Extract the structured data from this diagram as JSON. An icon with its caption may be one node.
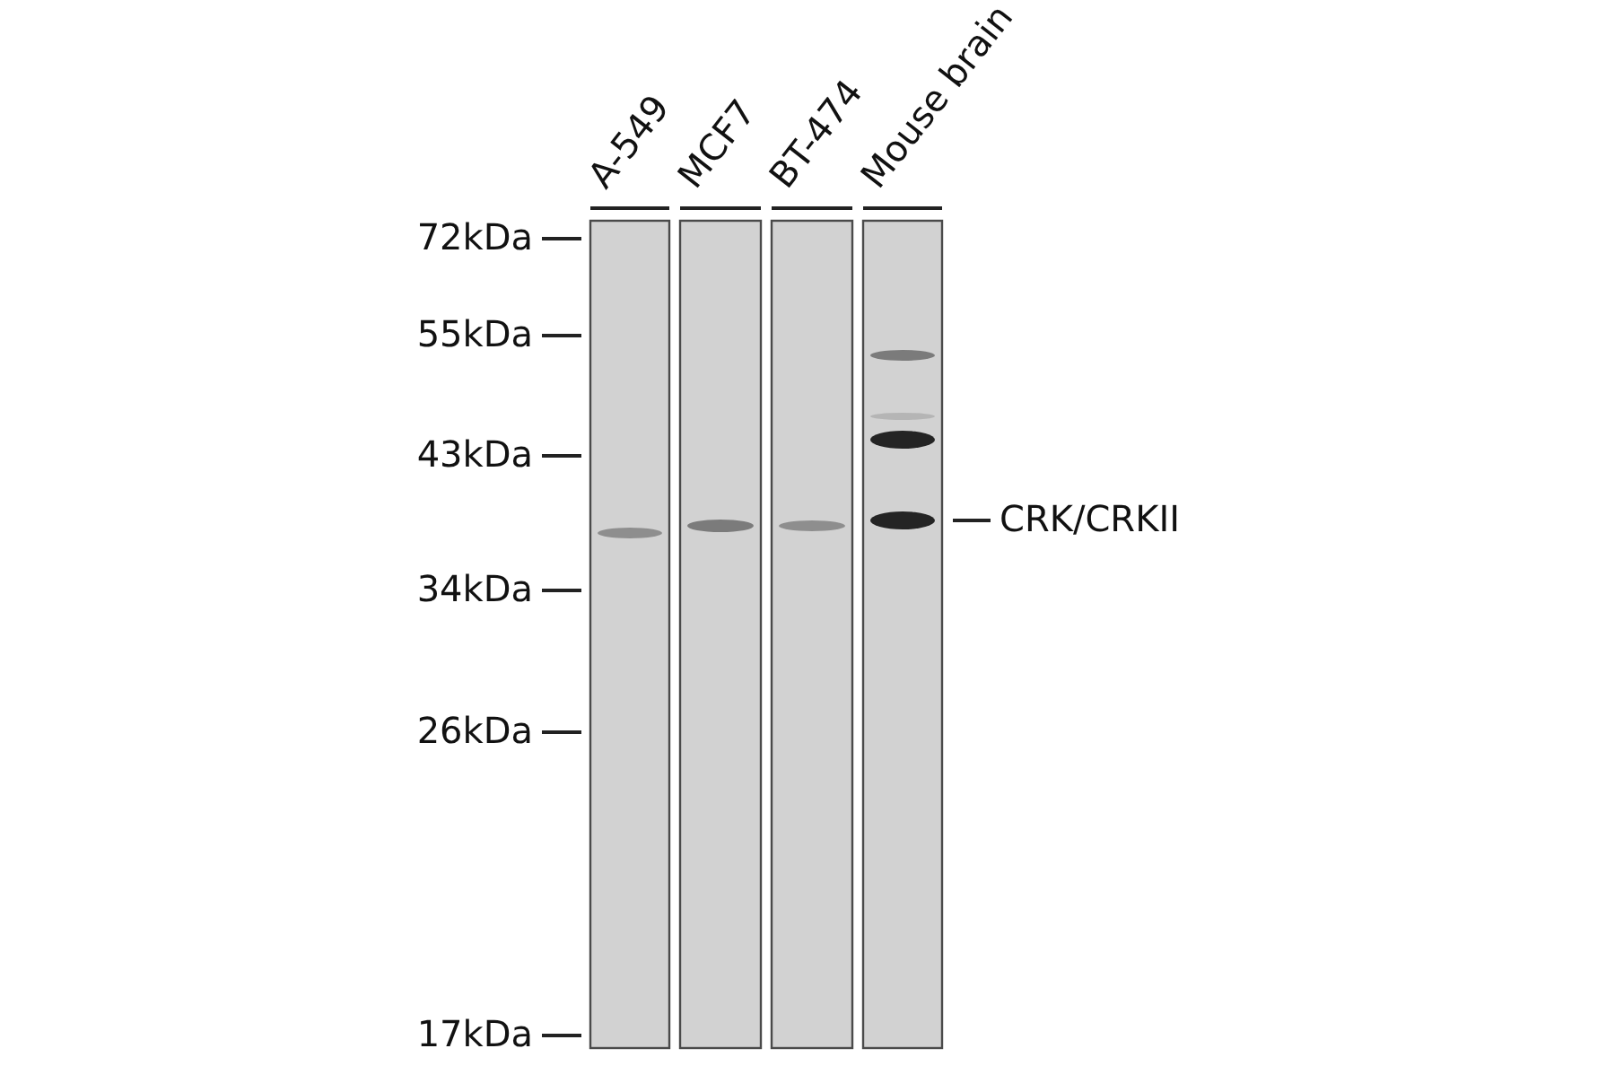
{
  "diagram": {
    "labels": [
      "A-549",
      "MCF7",
      "BT-474",
      "Mouse brain",
      "72kDa",
      "55kDa",
      "43kDa",
      "CRK/CRKII",
      "34kDa",
      "26kDa",
      "17kDa"
    ]
  }
}
